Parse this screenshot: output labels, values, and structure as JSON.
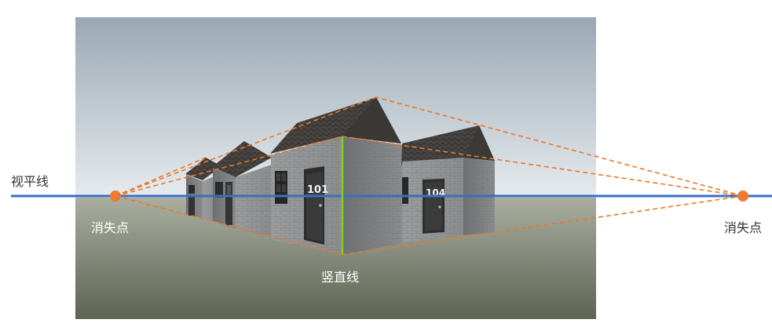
{
  "labels": {
    "horizon": "视平线",
    "vp_left": "消失点",
    "vp_right": "消失点",
    "vertical": "竖直线"
  },
  "door_numbers": {
    "front": "101",
    "right": "104"
  },
  "colors": {
    "horizon_line": "#3a6fc4",
    "perspective_lines": "#e8782a",
    "vanishing_point": "#ec7a2f",
    "vertical_line": "#7ed321",
    "sky_top": "#9aa8b4",
    "sky_bottom": "#e4eaee",
    "ground_top": "#a6ab9c",
    "ground_bottom": "#5e6656",
    "wall": "#8d8f90",
    "roof": "#45423f"
  }
}
